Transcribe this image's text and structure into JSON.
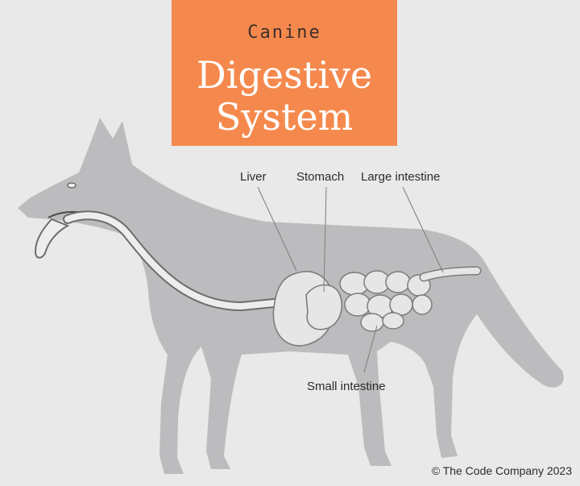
{
  "header": {
    "kicker": "Canine",
    "title_line1": "Digestive",
    "title_line2": "System"
  },
  "labels": {
    "liver": "Liver",
    "stomach": "Stomach",
    "large_intestine": "Large intestine",
    "small_intestine": "Small intestine"
  },
  "credit": "© The Code Company 2023",
  "colors": {
    "accent": "#f5894d",
    "background": "#e9e9ea",
    "dog_body": "#bcbcbe",
    "organ_fill": "#e6e6e7",
    "organ_stroke": "#7c7c7e"
  }
}
